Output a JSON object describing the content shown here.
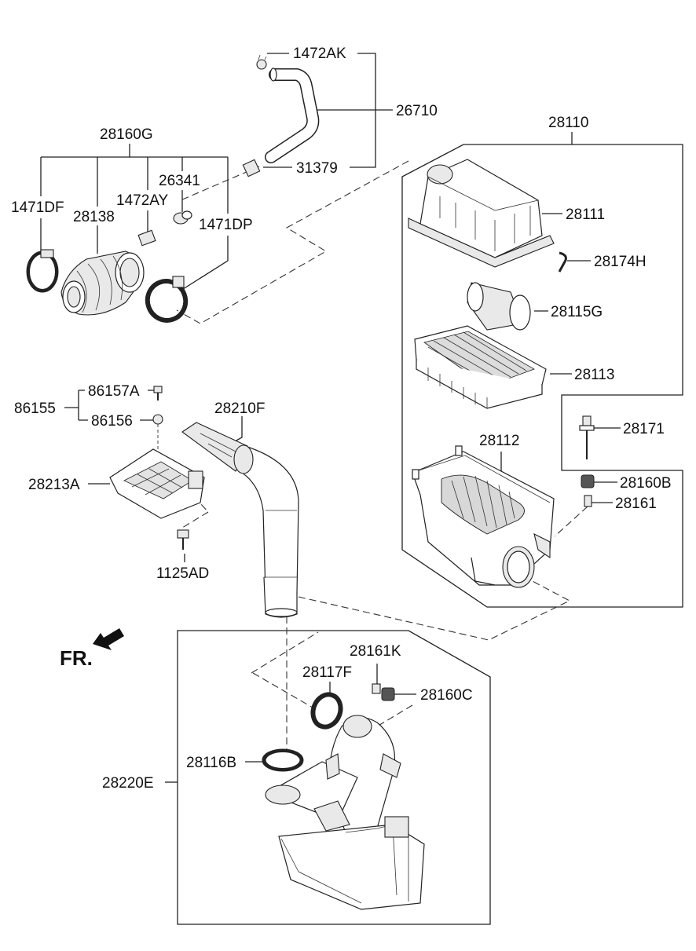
{
  "labels": {
    "l_1472AK": "1472AK",
    "l_26710": "26710",
    "l_31379": "31379",
    "l_28160G": "28160G",
    "l_26341": "26341",
    "l_1472AY": "1472AY",
    "l_1471DF": "1471DF",
    "l_28138": "28138",
    "l_1471DP": "1471DP",
    "l_28110": "28110",
    "l_28111": "28111",
    "l_28174H": "28174H",
    "l_28115G": "28115G",
    "l_28113": "28113",
    "l_28171": "28171",
    "l_28112": "28112",
    "l_28160B": "28160B",
    "l_28161": "28161",
    "l_86157A": "86157A",
    "l_86155": "86155",
    "l_86156": "86156",
    "l_28210F": "28210F",
    "l_28213A": "28213A",
    "l_1125AD": "1125AD",
    "l_28161K": "28161K",
    "l_28117F": "28117F",
    "l_28160C": "28160C",
    "l_28116B": "28116B",
    "l_28220E": "28220E"
  },
  "direction_marker": "FR.",
  "icons": {
    "front_arrow": "front-direction-arrow-icon"
  }
}
